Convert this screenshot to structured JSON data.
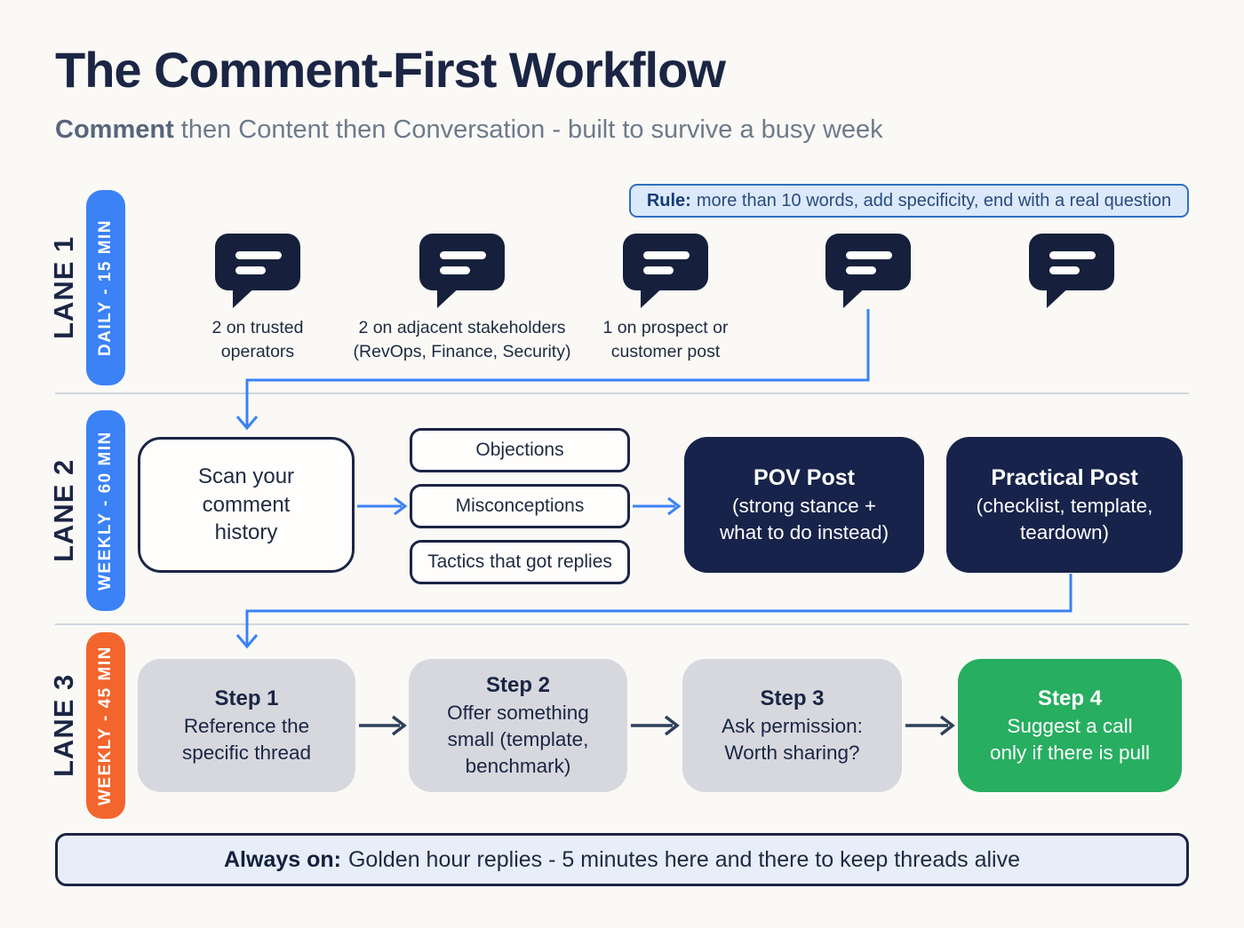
{
  "header": {
    "title": "The Comment-First Workflow",
    "subtitle_lead": "Comment",
    "subtitle_rest": " then Content then Conversation - built to survive a busy week"
  },
  "rule_badge": {
    "label": "Rule:",
    "text": "more than 10 words, add specificity, end with a real question"
  },
  "lanes": [
    {
      "name": "LANE 1",
      "pill": "DAILY - 15 MIN",
      "pill_color": "#3b82f6"
    },
    {
      "name": "LANE 2",
      "pill": "WEEKLY - 60 MIN",
      "pill_color": "#3b82f6"
    },
    {
      "name": "LANE 3",
      "pill": "WEEKLY - 45 MIN",
      "pill_color": "#f2662d"
    }
  ],
  "lane1": {
    "labels": [
      "2 on trusted\noperators",
      "2 on adjacent stakeholders\n(RevOps, Finance, Security)",
      "1 on prospect or\ncustomer post"
    ]
  },
  "lane2": {
    "scan_box": "Scan your\ncomment\nhistory",
    "chips": [
      "Objections",
      "Misconceptions",
      "Tactics that got replies"
    ],
    "pov_title": "POV Post",
    "pov_body": "(strong stance +\nwhat to do instead)",
    "practical_title": "Practical Post",
    "practical_body": "(checklist, template,\nteardown)"
  },
  "lane3": {
    "steps": [
      {
        "title": "Step 1",
        "body": "Reference the\nspecific thread"
      },
      {
        "title": "Step 2",
        "body": "Offer something\nsmall (template,\nbenchmark)"
      },
      {
        "title": "Step 3",
        "body": "Ask permission:\nWorth sharing?"
      },
      {
        "title": "Step 4",
        "body": "Suggest a call\nonly if there is pull"
      }
    ]
  },
  "banner": {
    "label": "Always on:",
    "text": "Golden hour replies - 5 minutes here and there to keep threads alive"
  },
  "colors": {
    "navy": "#17234a",
    "icon_navy": "#16203c",
    "blue_accent": "#3b82f6",
    "orange_accent": "#f2662d",
    "green_accent": "#27ae60",
    "gray_box": "#d6d8de",
    "badge_bg": "#dbe9fb",
    "banner_bg": "#e8eef9",
    "background": "#faf9f6"
  }
}
